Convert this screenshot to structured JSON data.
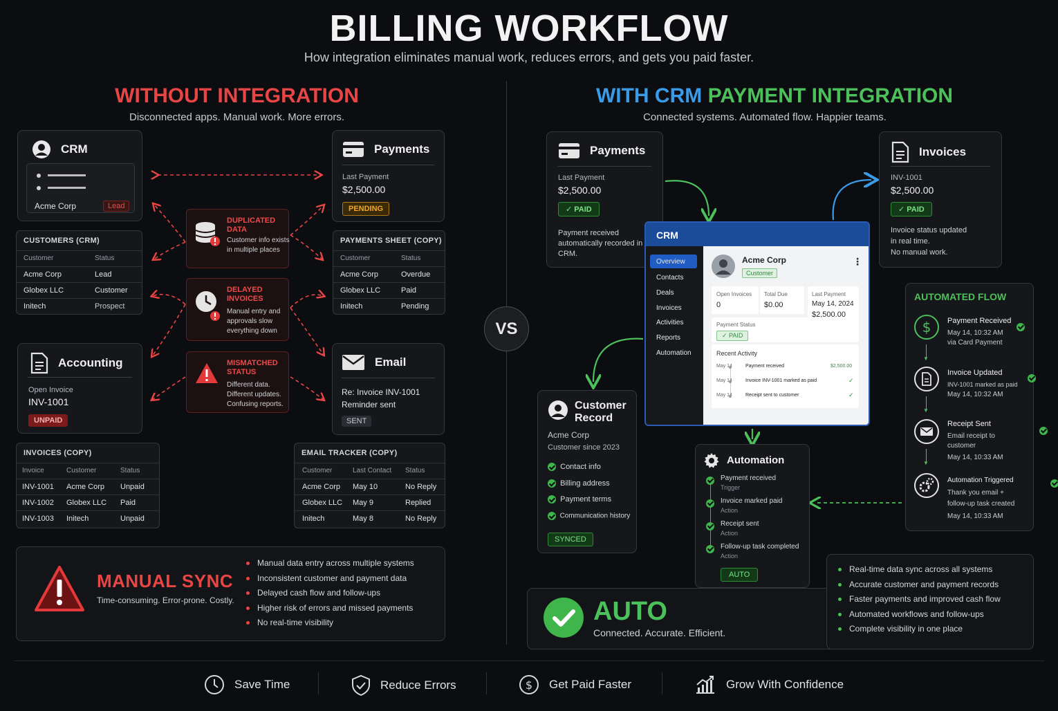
{
  "header": {
    "title": "BILLING WORKFLOW",
    "subtitle": "How integration eliminates manual work, reduces errors, and gets you paid faster."
  },
  "left": {
    "title": "WITHOUT INTEGRATION",
    "subtitle": "Disconnected apps. Manual work. More errors.",
    "crm": {
      "title": "CRM",
      "company": "Acme Corp",
      "badge": "Lead"
    },
    "customers_table": {
      "title": "CUSTOMERS (CRM)",
      "headers": [
        "Customer",
        "Status"
      ],
      "rows": [
        [
          "Acme Corp",
          "Lead"
        ],
        [
          "Globex LLC",
          "Customer"
        ],
        [
          "Initech",
          "Prospect"
        ]
      ]
    },
    "payments": {
      "title": "Payments",
      "label": "Last Payment",
      "amount": "$2,500.00",
      "badge": "PENDING"
    },
    "payments_sheet": {
      "title": "PAYMENTS SHEET (COPY)",
      "headers": [
        "Customer",
        "Status"
      ],
      "rows": [
        [
          "Acme Corp",
          "Overdue"
        ],
        [
          "Globex LLC",
          "Paid"
        ],
        [
          "Initech",
          "Pending"
        ]
      ]
    },
    "problems": [
      {
        "title": "DUPLICATED DATA",
        "desc": "Customer info exists in multiple places"
      },
      {
        "title": "DELAYED INVOICES",
        "desc": "Manual entry and approvals slow everything down"
      },
      {
        "title": "MISMATCHED STATUS",
        "desc": "Different data. Different updates. Confusing reports."
      }
    ],
    "accounting": {
      "title": "Accounting",
      "label": "Open Invoice",
      "invoice": "INV-1001",
      "badge": "UNPAID"
    },
    "invoices_table": {
      "title": "INVOICES (COPY)",
      "headers": [
        "Invoice",
        "Customer",
        "Status"
      ],
      "rows": [
        [
          "INV-1001",
          "Acme Corp",
          "Unpaid"
        ],
        [
          "INV-1002",
          "Globex LLC",
          "Paid"
        ],
        [
          "INV-1003",
          "Initech",
          "Unpaid"
        ]
      ]
    },
    "email": {
      "title": "Email",
      "subject": "Re: Invoice INV-1001",
      "line2": "Reminder sent",
      "badge": "SENT"
    },
    "email_tracker": {
      "title": "EMAIL TRACKER (COPY)",
      "headers": [
        "Customer",
        "Last Contact",
        "Status"
      ],
      "rows": [
        [
          "Acme Corp",
          "May 10",
          "No Reply"
        ],
        [
          "Globex LLC",
          "May 9",
          "Replied"
        ],
        [
          "Initech",
          "May 8",
          "No Reply"
        ]
      ]
    },
    "summary": {
      "title": "MANUAL SYNC",
      "subtitle": "Time-consuming. Error-prone. Costly.",
      "bullets": [
        "Manual data entry across multiple systems",
        "Inconsistent customer and payment data",
        "Delayed cash flow and follow-ups",
        "Higher risk of errors and missed payments",
        "No real-time visibility"
      ]
    }
  },
  "vs": "VS",
  "right": {
    "title_a": "WITH CRM",
    "title_b": "PAYMENT INTEGRATION",
    "subtitle": "Connected systems. Automated flow. Happier teams.",
    "payments": {
      "title": "Payments",
      "label": "Last Payment",
      "amount": "$2,500.00",
      "badge": "PAID",
      "note": "Payment received automatically recorded in CRM."
    },
    "invoices": {
      "title": "Invoices",
      "invoice": "INV-1001",
      "amount": "$2,500.00",
      "badge": "PAID",
      "note1": "Invoice status updated",
      "note2": "in real time.",
      "note3": "No manual work."
    },
    "crm": {
      "title": "CRM",
      "nav": [
        "Overview",
        "Contacts",
        "Deals",
        "Invoices",
        "Activities",
        "Reports",
        "Automation"
      ],
      "company": "Acme Corp",
      "tag": "Customer",
      "stats": [
        {
          "label": "Open Invoices",
          "value": "0"
        },
        {
          "label": "Total Due",
          "value": "$0.00"
        },
        {
          "label": "Last Payment",
          "value": "May 14, 2024",
          "value2": "$2,500.00"
        }
      ],
      "payment_status_label": "Payment Status",
      "payment_status": "PAID",
      "activity_title": "Recent Activity",
      "activity": [
        {
          "date": "May 14",
          "text": "Payment received",
          "amount": "$2,500.00"
        },
        {
          "date": "May 14",
          "text": "Invoice INV-1001 marked as paid",
          "amount": ""
        },
        {
          "date": "May 14",
          "text": "Receipt sent to customer",
          "amount": ""
        }
      ]
    },
    "customer_record": {
      "title1": "Customer",
      "title2": "Record",
      "company": "Acme Corp",
      "since": "Customer since 2023",
      "items": [
        "Contact info",
        "Billing address",
        "Payment terms",
        "Communication history"
      ],
      "badge": "SYNCED"
    },
    "automation": {
      "title": "Automation",
      "steps": [
        {
          "name": "Payment received",
          "type": "Trigger"
        },
        {
          "name": "Invoice marked paid",
          "type": "Action"
        },
        {
          "name": "Receipt sent",
          "type": "Action"
        },
        {
          "name": "Follow-up task completed",
          "type": "Action"
        }
      ],
      "badge": "AUTO"
    },
    "automated_flow": {
      "title": "AUTOMATED FLOW",
      "items": [
        {
          "title": "Payment Received",
          "l1": "May 14, 10:32 AM",
          "l2": "via Card Payment",
          "l3": ""
        },
        {
          "title": "Invoice Updated",
          "l1": "INV-1001 marked as paid",
          "l2": "May 14, 10:32 AM",
          "l3": ""
        },
        {
          "title": "Receipt Sent",
          "l1": "Email receipt to",
          "l2": "customer",
          "l3": "May 14, 10:33 AM"
        },
        {
          "title": "Automation Triggered",
          "l1": "Thank you email +",
          "l2": "follow-up task created",
          "l3": "May 14, 10:33 AM"
        }
      ]
    },
    "summary": {
      "title": "AUTO",
      "subtitle": "Connected. Accurate. Efficient.",
      "bullets": [
        "Real-time data sync across all systems",
        "Accurate customer and payment records",
        "Faster payments and improved cash flow",
        "Automated workflows and follow-ups",
        "Complete visibility in one place"
      ]
    }
  },
  "footer": [
    "Save Time",
    "Reduce Errors",
    "Get Paid Faster",
    "Grow With Confidence"
  ],
  "colors": {
    "red": "#e94545",
    "green": "#4cc05a",
    "yellow": "#f0a826",
    "blue": "#3a9be8",
    "background": "#0c0d10"
  }
}
